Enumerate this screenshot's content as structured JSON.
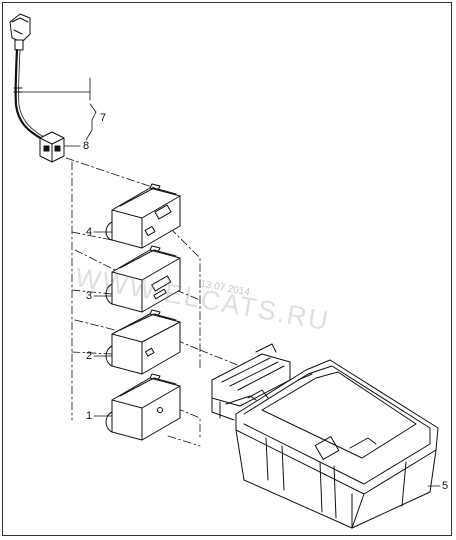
{
  "callouts": {
    "c1": "1",
    "c2": "2",
    "c3": "3",
    "c4": "4",
    "c5": "5",
    "c7": "7",
    "c8": "8"
  },
  "watermark": {
    "text": "WWW.ELCATS.RU",
    "date": "13.07.2014"
  }
}
